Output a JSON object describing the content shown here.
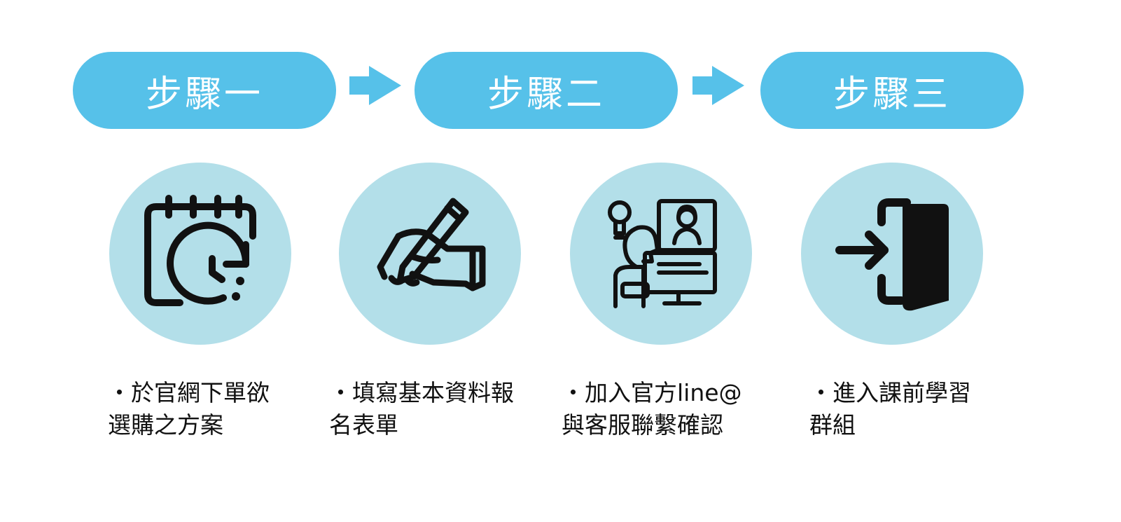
{
  "steps": [
    {
      "title": "步驟一",
      "icon": "calendar-clock-icon",
      "lines": [
        "・於官網下單欲",
        "選購之方案"
      ]
    },
    {
      "title": "步驟二",
      "icon": "hand-writing-pen-icon",
      "lines": [
        "・填寫基本資料報",
        "名表單"
      ]
    },
    {
      "title": "步驟三",
      "icon": "customer-service-computer-icon",
      "lines": [
        "・加入官方line@",
        "與客服聯繫確認"
      ]
    },
    {
      "title": "",
      "icon": "enter-door-icon",
      "lines": [
        "・進入課前學習",
        "群組"
      ]
    }
  ],
  "colors": {
    "pill": "#56c1e9",
    "circle": "#b3dfe9",
    "icon": "#111111",
    "text": "#111111"
  }
}
